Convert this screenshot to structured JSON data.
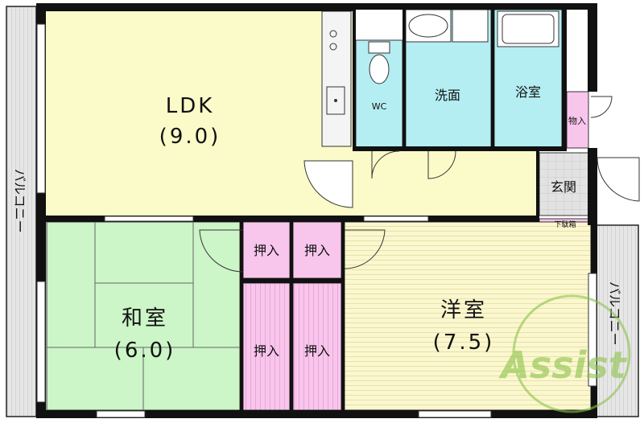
{
  "rooms": {
    "ldk": {
      "name": "LDK",
      "size": "(9.0)"
    },
    "wc": "WC",
    "washroom": "洗面",
    "bath": "浴室",
    "storage": "物入",
    "entrance": "玄関",
    "shoe_box": "下駄箱",
    "washitsu": {
      "name": "和室",
      "size": "(6.0)"
    },
    "youshitsu": {
      "name": "洋室",
      "size": "(7.5)"
    },
    "closets": [
      "押入",
      "押入",
      "押入",
      "押入"
    ]
  },
  "balcony_left": "バルコニー",
  "balcony_right": "バルコニー",
  "logo": "Assist",
  "colors": {
    "ldk": "#fafbc8",
    "wet": "#b5eef2",
    "closet": "#f8c6ec",
    "tatami": "#ccf5c8",
    "flooring": "#fbf7cf",
    "entrance": "#dcdcdc",
    "wall": "#111111",
    "balcony": "#e6e6e6",
    "logo": "#8bc34a"
  }
}
